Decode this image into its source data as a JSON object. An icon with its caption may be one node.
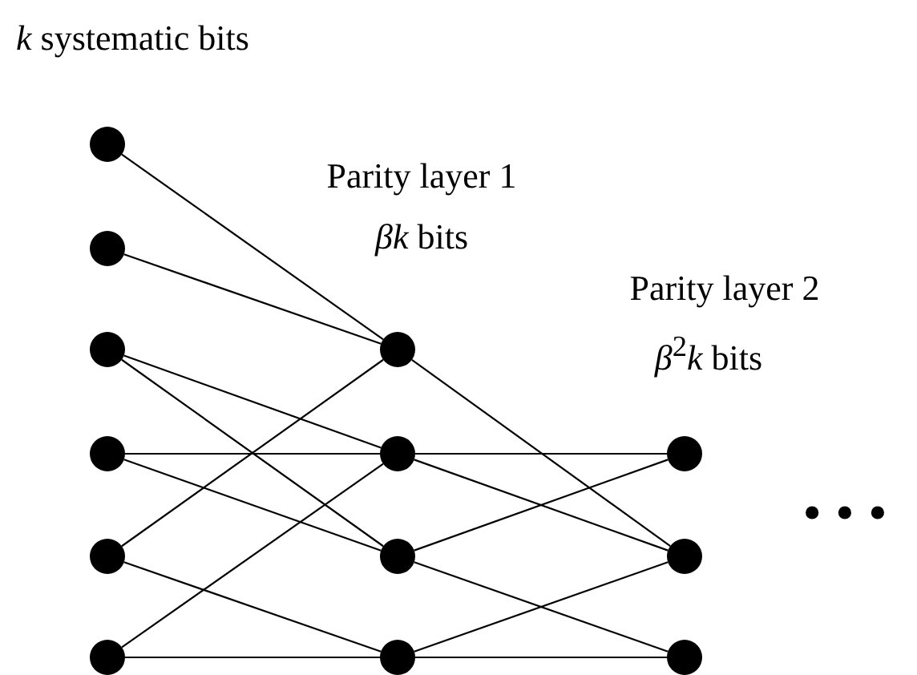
{
  "diagram": {
    "nodes": [
      {
        "text": [],
        "shape": "circle"
      },
      {
        "text": [],
        "shape": "circle"
      },
      {
        "text": [],
        "shape": "circle"
      },
      {
        "text": [],
        "shape": "circle"
      },
      {
        "text": [],
        "shape": "circle"
      },
      {
        "text": [],
        "shape": "circle"
      },
      {
        "text": [],
        "shape": "circle"
      },
      {
        "text": [],
        "shape": "circle"
      },
      {
        "text": [],
        "shape": "circle"
      },
      {
        "text": [],
        "shape": "circle"
      },
      {
        "text": [],
        "shape": "circle"
      },
      {
        "text": [],
        "shape": "circle"
      },
      {
        "text": [],
        "shape": "circle"
      }
    ],
    "edges": [
      {
        "from": 0,
        "to": 6,
        "arrow": "none"
      },
      {
        "from": 1,
        "to": 6,
        "arrow": "none"
      },
      {
        "from": 2,
        "to": 7,
        "arrow": "none"
      },
      {
        "from": 2,
        "to": 8,
        "arrow": "none"
      },
      {
        "from": 3,
        "to": 7,
        "arrow": "none"
      },
      {
        "from": 3,
        "to": 8,
        "arrow": "none"
      },
      {
        "from": 4,
        "to": 6,
        "arrow": "none"
      },
      {
        "from": 4,
        "to": 9,
        "arrow": "none"
      },
      {
        "from": 5,
        "to": 7,
        "arrow": "none"
      },
      {
        "from": 5,
        "to": 9,
        "arrow": "none"
      },
      {
        "from": 6,
        "to": 11,
        "arrow": "none"
      },
      {
        "from": 7,
        "to": 10,
        "arrow": "none"
      },
      {
        "from": 7,
        "to": 11,
        "arrow": "none"
      },
      {
        "from": 8,
        "to": 10,
        "arrow": "none"
      },
      {
        "from": 8,
        "to": 12,
        "arrow": "none"
      },
      {
        "from": 9,
        "to": 11,
        "arrow": "none"
      },
      {
        "from": 9,
        "to": 12,
        "arrow": "none"
      }
    ],
    "labels": [
      "*k* systematic bits",
      "Parity layer 1",
      "*βk* bits",
      "Parity layer 2",
      "*β*$^{2}$*k* bits",
      "• • •"
    ]
  }
}
